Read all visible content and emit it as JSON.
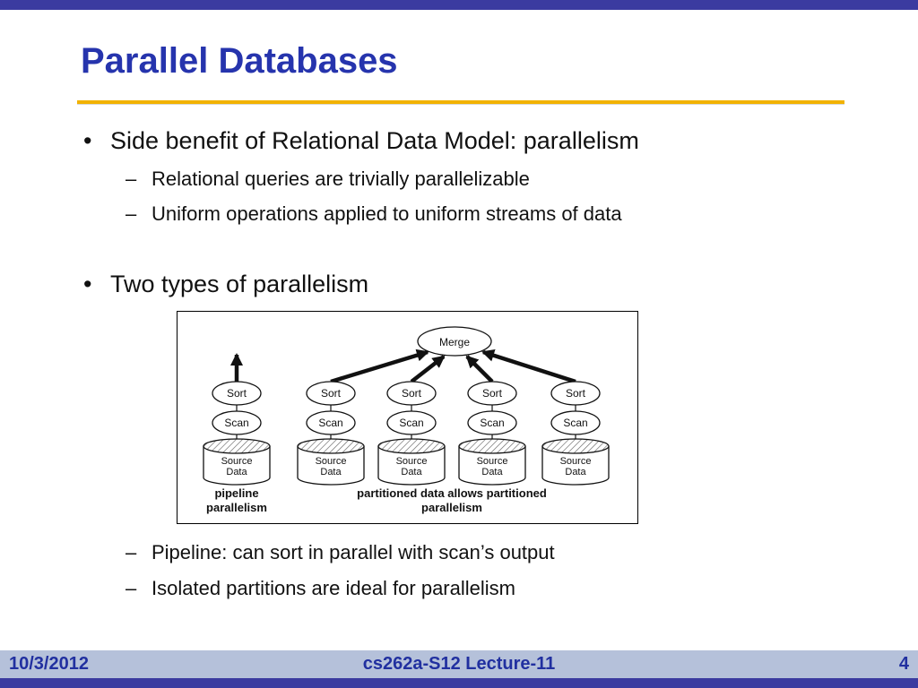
{
  "slide": {
    "title": "Parallel Databases",
    "bullet_glyph": "•",
    "dash_glyph": "–",
    "bullets": {
      "main1": "Side benefit of Relational Data Model: parallelism",
      "sub1a": "Relational queries are trivially parallelizable",
      "sub1b": "Uniform operations applied to uniform streams of data",
      "main2": "Two types of parallelism",
      "sub2a": "Pipeline: can sort in parallel with scan’s output",
      "sub2b": "Isolated partitions are ideal for parallelism"
    },
    "diagram": {
      "merge": "Merge",
      "sort": "Sort",
      "scan": "Scan",
      "source_line1": "Source",
      "source_line2": "Data",
      "pipeline_caption_line1": "pipeline",
      "pipeline_caption_line2": "parallelism",
      "partitioned_caption_line1": "partitioned data allows partitioned",
      "partitioned_caption_line2": "parallelism"
    },
    "footer": {
      "date": "10/3/2012",
      "course": "cs262a-S12 Lecture-11",
      "page": "4"
    },
    "colors": {
      "bar": "#3b3ba0",
      "title": "#2634ad",
      "rule": "#f2b200",
      "footer_bg": "#b5c1da",
      "footer_text": "#2130a0"
    }
  }
}
